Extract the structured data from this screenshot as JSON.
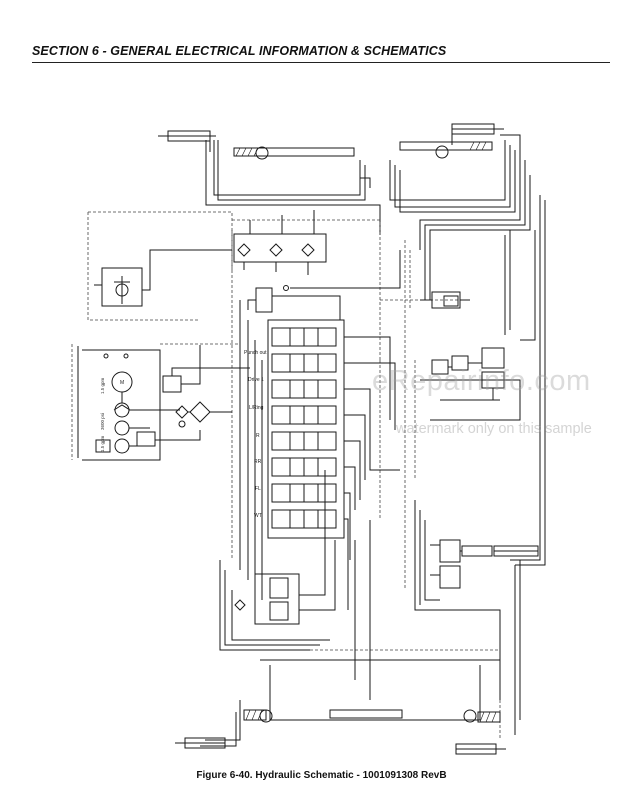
{
  "header": {
    "section_title": "SECTION 6 - GENERAL ELECTRICAL INFORMATION & SCHEMATICS"
  },
  "figure": {
    "caption": "Figure 6-40.  Hydraulic Schematic - 1001091308 RevB"
  },
  "watermark": {
    "site": "eRepairinfo.com",
    "notice": "watermark only on this sample"
  },
  "labels": {
    "punch_out": "Punch out",
    "drive_1": "Drive 1",
    "lift_ring": "L/Ring",
    "r": "R",
    "rr": "RR",
    "fl": "FL",
    "wt": "WT",
    "motor_m": "M",
    "pump_note_1": "1.5 gpm",
    "pump_note_2": "3600 psi",
    "pump_note_3": "1.5 gpm"
  },
  "colors": {
    "line": "#1a1a1a",
    "dashed": "#444444",
    "watermark": "#a0a0a0"
  }
}
